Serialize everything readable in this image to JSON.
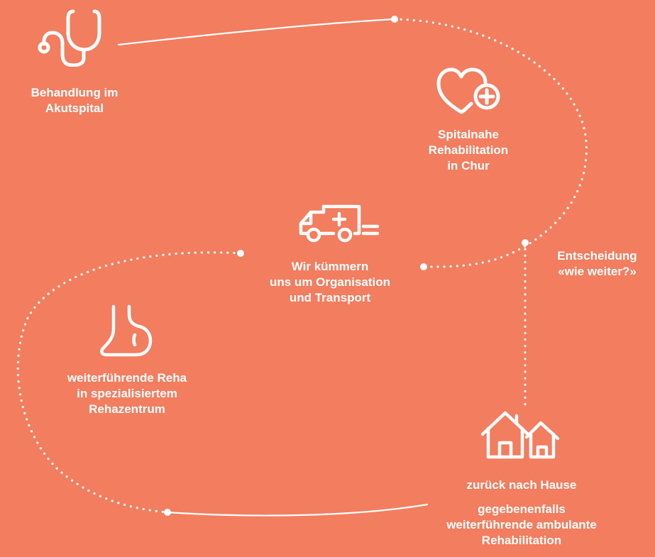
{
  "background_color": "#F27D5F",
  "line_color": "#FFFFFF",
  "steps": {
    "acute": {
      "label": "Behandlung im\nAkutspital",
      "icon": "stethoscope-icon"
    },
    "rehab_chur": {
      "label": "Spitalnahe\nRehabilitation\nin Chur",
      "icon": "heart-plus-icon"
    },
    "transport": {
      "label": "Wir kümmern\nuns um Organisation\nund Transport",
      "icon": "ambulance-icon"
    },
    "decision": {
      "label": "Entscheidung\n«wie weiter?»"
    },
    "specialized_rehab": {
      "label": "weiterführende Reha\nin spezialisiertem\nRehazentrum",
      "icon": "foot-icon"
    },
    "home": {
      "label": "zurück nach Hause",
      "icon": "house-icon"
    },
    "ambulatory": {
      "label": "gegebenenfalls\nweiterführende ambulante\nRehabilitation"
    }
  }
}
